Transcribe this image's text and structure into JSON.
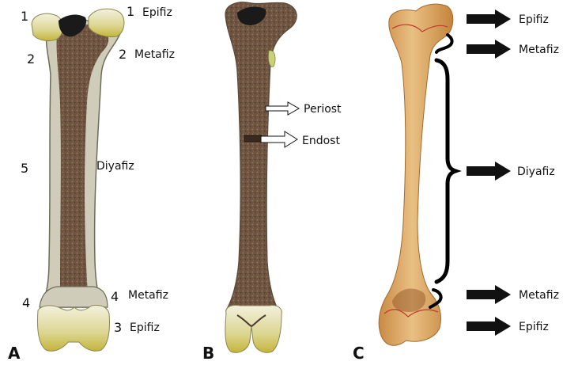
{
  "panels": {
    "a": "A",
    "b": "B",
    "c": "C"
  },
  "panel_a": {
    "num_1_left": "1",
    "num_1_right": "1",
    "epifiz_top": "Epifiz",
    "num_2_left": "2",
    "num_2_right": "2",
    "metafiz_top": "Metafiz",
    "num_5": "5",
    "diyafiz": "Diyafiz",
    "num_4_left": "4",
    "num_4_right": "4",
    "metafiz_bottom": "Metafiz",
    "num_3": "3",
    "epifiz_bottom": "Epifiz"
  },
  "panel_b": {
    "periost": "Periost",
    "endost": "Endost"
  },
  "panel_c": {
    "epifiz_top": "Epifiz",
    "metafiz_top": "Metafiz",
    "diyafiz": "Diyafiz",
    "metafiz_bottom": "Metafiz",
    "epifiz_bottom": "Epifiz"
  },
  "colors": {
    "spongy_bone": "#6e5440",
    "compact_bone": "#c9c7b4",
    "cartilage": "#d8cf6e",
    "marrow_cavity": "#1a1a1a",
    "real_bone": "#d9a15b",
    "arrow": "#111111"
  }
}
